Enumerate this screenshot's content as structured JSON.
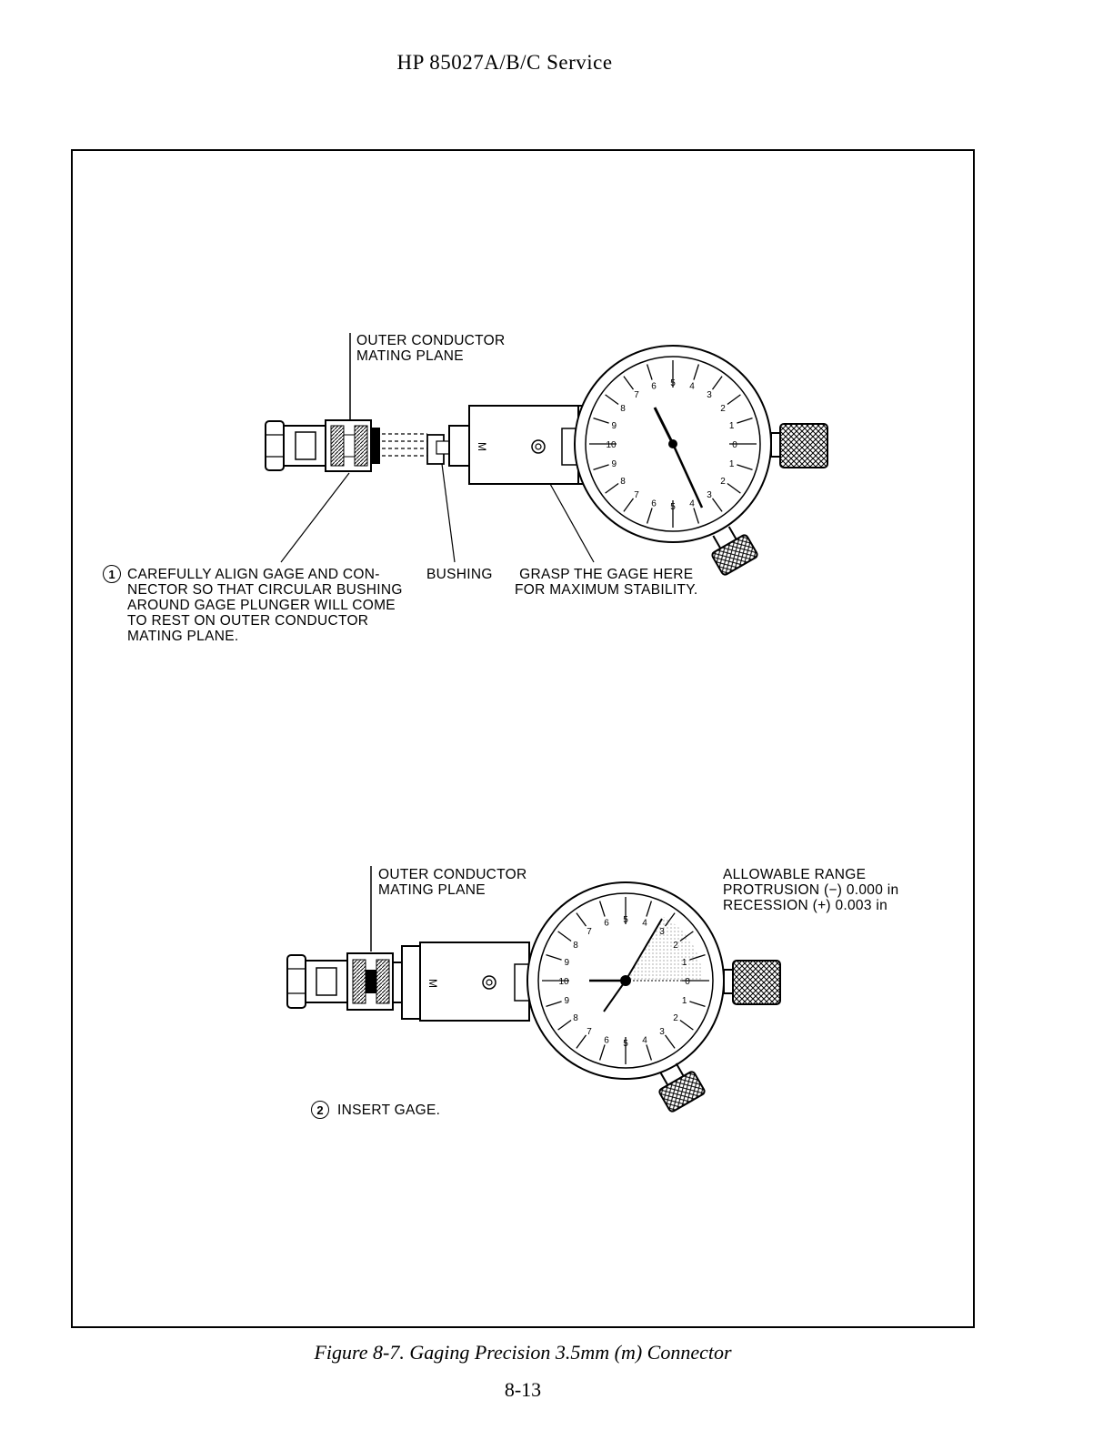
{
  "header": {
    "title": "HP 85027A/B/C Service"
  },
  "figure1": {
    "plane_label_line1": "OUTER CONDUCTOR",
    "plane_label_line2": "MATING PLANE",
    "step_number": "1",
    "step_text_lines": [
      "CAREFULLY ALIGN GAGE AND CON-",
      "NECTOR SO THAT CIRCULAR BUSHING",
      "AROUND GAGE PLUNGER WILL COME",
      "TO REST ON OUTER CONDUCTOR",
      "MATING PLANE."
    ],
    "bushing_label": "BUSHING",
    "grasp_label_line1": "GRASP THE GAGE HERE",
    "grasp_label_line2": "FOR MAXIMUM STABILITY."
  },
  "figure2": {
    "plane_label_line1": "OUTER CONDUCTOR",
    "plane_label_line2": "MATING PLANE",
    "range_title": "ALLOWABLE RANGE",
    "range_protrusion": "PROTRUSION (−) 0.000 in",
    "range_recession": "RECESSION (+) 0.003 in",
    "step_number": "2",
    "step_text": "INSERT GAGE."
  },
  "dial": {
    "body_letter": "M",
    "numbers_top": [
      "5",
      "4",
      "3",
      "2",
      "1"
    ],
    "numbers_left": [
      "6",
      "7",
      "8",
      "9",
      "10"
    ],
    "zero": "0"
  },
  "caption": "Figure 8-7.  Gaging Precision 3.5mm (m) Connector",
  "page_number": "8-13"
}
